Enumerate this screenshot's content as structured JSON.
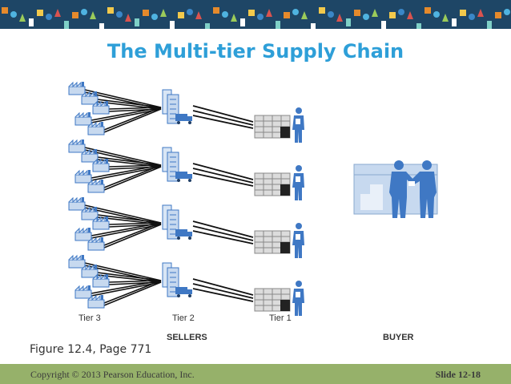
{
  "slide": {
    "title": "The Multi-tier Supply Chain",
    "caption": "Figure 12.4, Page 771",
    "copyright": "Copyright © 2013 Pearson Education, Inc.",
    "slide_number": "Slide 12-18"
  },
  "diagram": {
    "tier_labels": [
      "Tier 3",
      "Tier 2",
      "Tier 1"
    ],
    "group_labels": {
      "sellers": "SELLERS",
      "buyer": "BUYER"
    }
  },
  "colors": {
    "title": "#2e9fd8",
    "footer_bar": "#96b16a",
    "icon_blue": "#3f78c4",
    "icon_light": "#c7d9ef",
    "banner_bg": "#1e4666"
  },
  "icons": [
    "factory-icon",
    "office-building-icon",
    "delivery-truck-icon",
    "warehouse-icon",
    "worker-icon",
    "handshake-icon"
  ]
}
